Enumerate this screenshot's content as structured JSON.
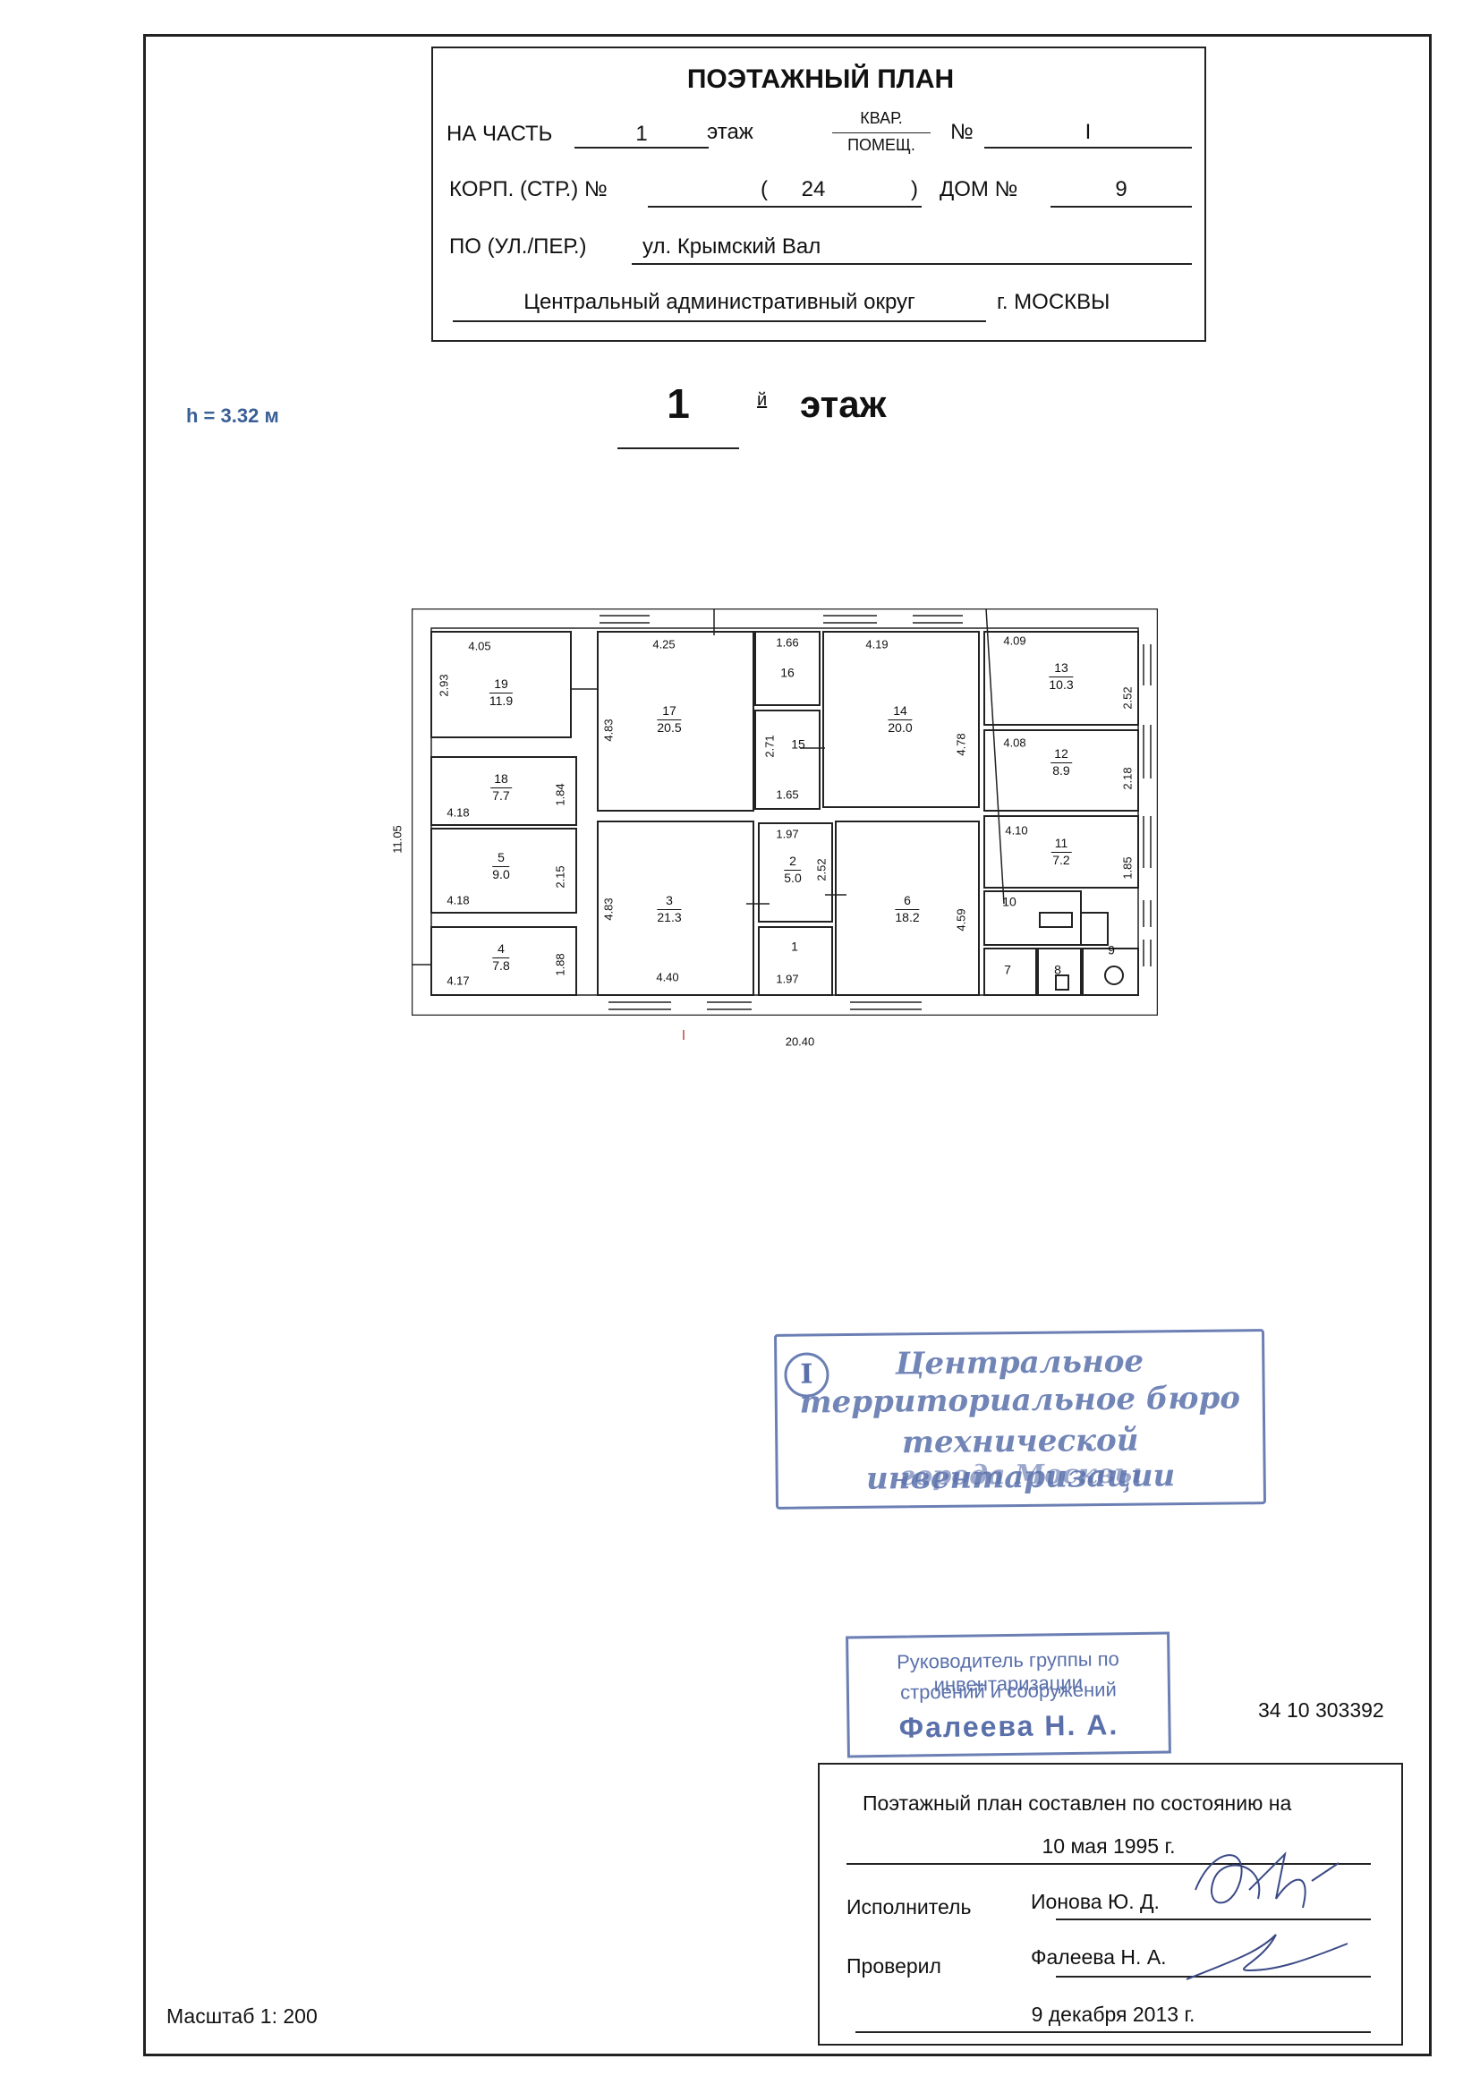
{
  "header": {
    "title": "ПОЭТАЖНЫЙ ПЛАН",
    "part_label": "НА ЧАСТЬ",
    "part_value": "1",
    "floor_label": "этаж",
    "flat_top": "КВАР.",
    "flat_bottom": "ПОМЕЩ.",
    "num_label": "№",
    "num_value": "I",
    "building_label": "КОРП. (СТР.) №",
    "building_open": "(",
    "building_value": "24",
    "building_close": ")",
    "house_label": "ДОМ №",
    "house_value": "9",
    "street_label": "ПО (УЛ./ПЕР.)",
    "street_value": "ул. Крымский Вал",
    "district_value": "Центральный административный округ",
    "city_value": "г. МОСКВЫ"
  },
  "floor": {
    "height": "h = 3.32 м",
    "number": "1",
    "suffix": "й",
    "word": "этаж"
  },
  "plan": {
    "overall_width": "20.40",
    "overall_height": "11.05",
    "entrance_mark": "I",
    "rooms": [
      {
        "id": "19",
        "area": "11.9"
      },
      {
        "id": "18",
        "area": "7.7"
      },
      {
        "id": "5",
        "area": "9.0"
      },
      {
        "id": "4",
        "area": "7.8"
      },
      {
        "id": "17",
        "area": "20.5"
      },
      {
        "id": "3",
        "area": "21.3"
      },
      {
        "id": "16",
        "area": ""
      },
      {
        "id": "15",
        "area": ""
      },
      {
        "id": "2",
        "area": "5.0"
      },
      {
        "id": "1",
        "area": ""
      },
      {
        "id": "14",
        "area": "20.0"
      },
      {
        "id": "6",
        "area": "18.2"
      },
      {
        "id": "13",
        "area": "10.3"
      },
      {
        "id": "12",
        "area": "8.9"
      },
      {
        "id": "11",
        "area": "7.2"
      },
      {
        "id": "10",
        "area": ""
      },
      {
        "id": "7",
        "area": ""
      },
      {
        "id": "8",
        "area": ""
      },
      {
        "id": "9",
        "area": ""
      }
    ],
    "dims": [
      "4.05",
      "2.93",
      "4.18",
      "1.84",
      "4.18",
      "2.15",
      "4.17",
      "1.88",
      "4.25",
      "4.83",
      "4.83",
      "4.40",
      "1.66",
      "2.71",
      "1.65",
      "1.97",
      "2.52",
      "1.97",
      "4.19",
      "4.78",
      "4.59",
      "4.09",
      "2.52",
      "4.08",
      "2.18",
      "4.10",
      "1.85"
    ]
  },
  "stamps": {
    "bureau_mark": "I",
    "bureau_line1": "Центральное",
    "bureau_line2": "территориальное бюро",
    "bureau_line3": "технической инвентаризации",
    "bureau_line4": "города Москвы",
    "head_line1": "Руководитель группы по инвентаризации",
    "head_line2": "строений и сооружений",
    "head_line3": "Фалеева Н. А."
  },
  "code": "34 10 303392",
  "footer": {
    "state_label": "Поэтажный план составлен по состоянию на",
    "state_date": "10 мая 1995 г.",
    "executor_label": "Исполнитель",
    "executor_name": "Ионова Ю. Д.",
    "checker_label": "Проверил",
    "checker_name": "Фалеева Н. А.",
    "issue_date": "9 декабря 2013 г."
  },
  "scale": "Масштаб 1: 200"
}
